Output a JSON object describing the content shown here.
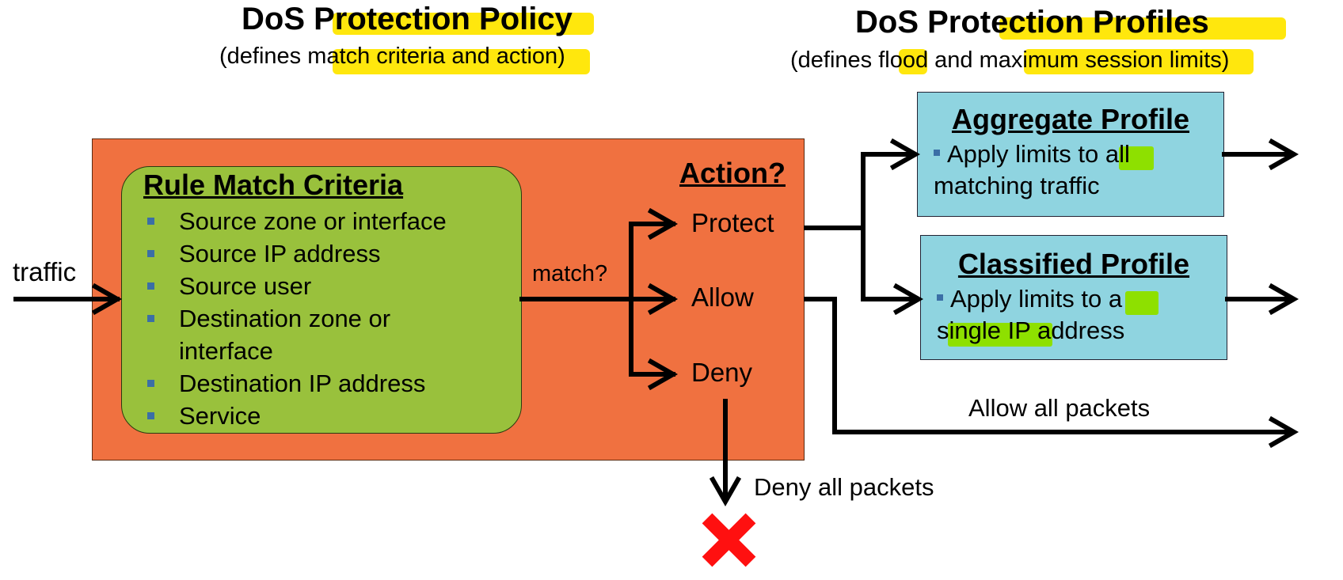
{
  "policy": {
    "title": "DoS Protection Policy",
    "subtitle": "(defines match criteria and action)"
  },
  "profiles": {
    "title": "DoS Protection Profiles",
    "subtitle": "(defines flood and maximum session limits)"
  },
  "traffic_label": "traffic",
  "match_label": "match?",
  "rule_criteria": {
    "title": "Rule Match Criteria",
    "items": [
      "Source zone or interface",
      "Source IP address",
      "Source user",
      "Destination zone or interface",
      "Destination IP address",
      "Service"
    ]
  },
  "action": {
    "title": "Action?",
    "protect": "Protect",
    "allow": "Allow",
    "deny": "Deny"
  },
  "aggregate_profile": {
    "title": "Aggregate Profile",
    "text": "Apply limits to all matching traffic"
  },
  "classified_profile": {
    "title": "Classified Profile",
    "text": "Apply limits to a single IP address"
  },
  "allow_all_label": "Allow all packets",
  "deny_all_label": "Deny all packets",
  "icons": {
    "deny": "red-x-icon"
  },
  "colors": {
    "policy_box": "#f07140",
    "criteria_box": "#99c13c",
    "profile_box": "#8fd4e0",
    "highlight_yellow": "#ffe600",
    "highlight_green": "#8ee000",
    "deny_x": "#ff1010"
  }
}
